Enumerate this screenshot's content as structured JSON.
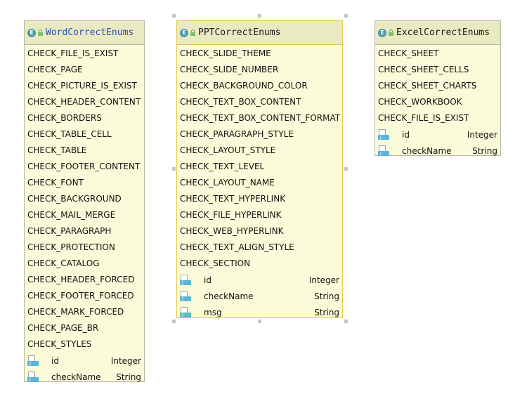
{
  "classes": [
    {
      "title": "WordCorrectEnums",
      "constants": [
        "CHECK_FILE_IS_EXIST",
        "CHECK_PAGE",
        "CHECK_PICTURE_IS_EXIST",
        "CHECK_HEADER_CONTENT",
        "CHECK_BORDERS",
        "CHECK_TABLE_CELL",
        "CHECK_TABLE",
        "CHECK_FOOTER_CONTENT",
        "CHECK_FONT",
        "CHECK_BACKGROUND",
        "CHECK_MAIL_MERGE",
        "CHECK_PARAGRAPH",
        "CHECK_PROTECTION",
        "CHECK_CATALOG",
        "CHECK_HEADER_FORCED",
        "CHECK_FOOTER_FORCED",
        "CHECK_MARK_FORCED",
        "CHECK_PAGE_BR",
        "CHECK_STYLES"
      ],
      "fields": [
        {
          "name": "id",
          "type": "Integer"
        },
        {
          "name": "checkName",
          "type": "String"
        }
      ]
    },
    {
      "title": "PPTCorrectEnums",
      "constants": [
        "CHECK_SLIDE_THEME",
        "CHECK_SLIDE_NUMBER",
        "CHECK_BACKGROUND_COLOR",
        "CHECK_TEXT_BOX_CONTENT",
        "CHECK_TEXT_BOX_CONTENT_FORMAT",
        "CHECK_PARAGRAPH_STYLE",
        "CHECK_LAYOUT_STYLE",
        "CHECK_TEXT_LEVEL",
        "CHECK_LAYOUT_NAME",
        "CHECK_TEXT_HYPERLINK",
        "CHECK_FILE_HYPERLINK",
        "CHECK_WEB_HYPERLINK",
        "CHECK_TEXT_ALIGN_STYLE",
        "CHECK_SECTION"
      ],
      "fields": [
        {
          "name": "id",
          "type": "Integer"
        },
        {
          "name": "checkName",
          "type": "String"
        },
        {
          "name": "msg",
          "type": "String"
        }
      ]
    },
    {
      "title": "ExcelCorrectEnums",
      "constants": [
        "CHECK_SHEET",
        "CHECK_SHEET_CELLS",
        "CHECK_SHEET_CHARTS",
        "CHECK_WORKBOOK",
        "CHECK_FILE_IS_EXIST"
      ],
      "fields": [
        {
          "name": "id",
          "type": "Integer"
        },
        {
          "name": "checkName",
          "type": "String"
        }
      ]
    }
  ],
  "icons": {
    "enum_badge": "E",
    "enum_badge_name": "enum-icon",
    "visibility_name": "lock-icon",
    "field_name": "field-icon",
    "field_letter": "J"
  },
  "colors": {
    "box_fill": "#fbfbd9",
    "header_fill": "#e9e9c2",
    "selected_border": "#e8c84a",
    "enum_badge": "#4b9aa8",
    "field_icon": "#5bb5d6",
    "highlighted_title": "#2a4fb5"
  }
}
